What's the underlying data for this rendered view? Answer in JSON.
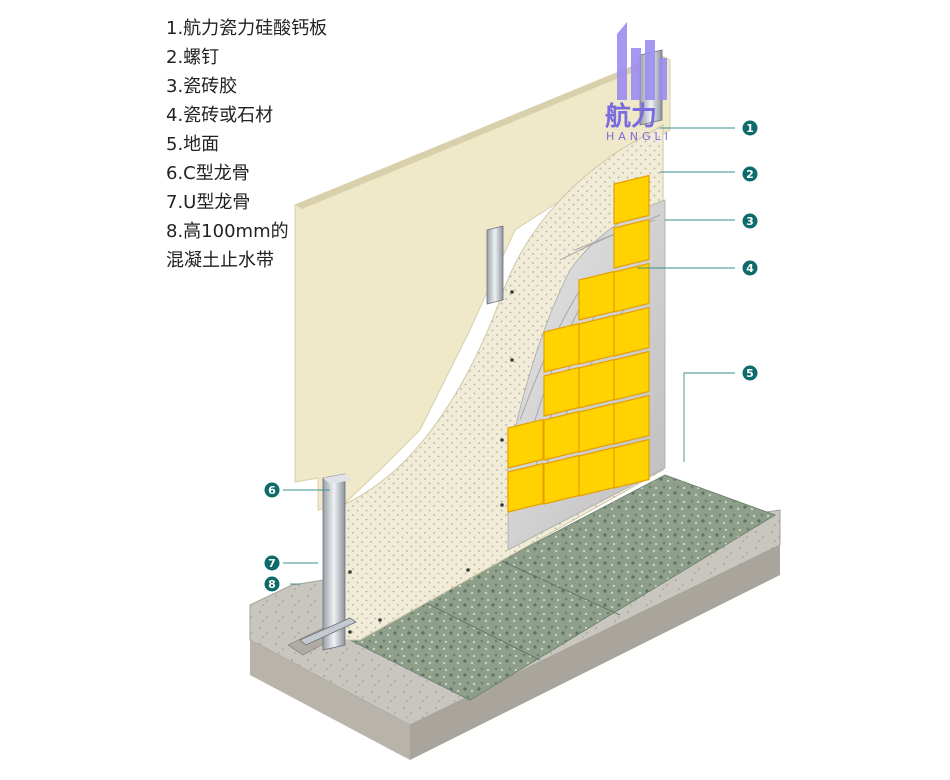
{
  "legend": [
    {
      "text": "1.航力瓷力硅酸钙板"
    },
    {
      "text": "2.螺钉"
    },
    {
      "text": "3.瓷砖胶"
    },
    {
      "text": "4.瓷砖或石材"
    },
    {
      "text": "5.地面"
    },
    {
      "text": "6.C型龙骨"
    },
    {
      "text": "7.U型龙骨"
    },
    {
      "text": "8.高100mm的",
      "text2": "混凝土止水带"
    }
  ],
  "logo": {
    "chinese": "航力",
    "latin": "HANGLI"
  },
  "callouts": [
    "1",
    "2",
    "3",
    "4",
    "5",
    "6",
    "7",
    "8"
  ],
  "colors": {
    "board": "#efe8c9",
    "board_edge": "#d8d0ab",
    "tile": "#ffd200",
    "tile_grout": "#e6a000",
    "adhesive": "#dcdcdc",
    "floor": "#8fa08a",
    "concrete": "#c9c6c0",
    "callout": "#0e6b6b",
    "logo": "#7b6be0"
  }
}
